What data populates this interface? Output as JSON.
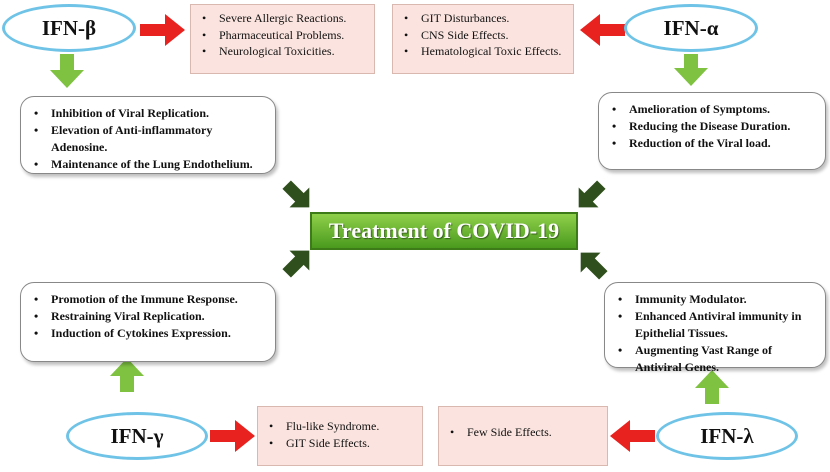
{
  "center": {
    "title": "Treatment of COVID-19"
  },
  "ifn_beta": {
    "label": "IFN-β",
    "side_effects": [
      "Severe Allergic Reactions.",
      "Pharmaceutical Problems.",
      "Neurological Toxicities."
    ],
    "benefits": [
      "Inhibition of Viral Replication.",
      "Elevation of Anti-inflammatory Adenosine.",
      "Maintenance of the Lung Endothelium."
    ]
  },
  "ifn_alpha": {
    "label": "IFN-α",
    "side_effects": [
      "GIT Disturbances.",
      "CNS Side Effects.",
      "Hematological Toxic Effects."
    ],
    "benefits": [
      "Amelioration of Symptoms.",
      "Reducing the Disease Duration.",
      "Reduction of the Viral load."
    ]
  },
  "ifn_gamma": {
    "label": "IFN-γ",
    "side_effects": [
      "Flu-like Syndrome.",
      "GIT Side Effects."
    ],
    "benefits": [
      "Promotion of the Immune Response.",
      "Restraining Viral Replication.",
      "Induction of Cytokines Expression."
    ]
  },
  "ifn_lambda": {
    "label": "IFN-λ",
    "side_effects": [
      "Few Side Effects."
    ],
    "benefits": [
      "Immunity Modulator.",
      "Enhanced Antiviral immunity in Epithelial Tissues.",
      "Augmenting Vast Range of Antiviral Genes."
    ]
  },
  "colors": {
    "oval_border": "#6fc3e6",
    "red_arrow": "#e8231f",
    "green_arrow": "#7fc242",
    "dark_arrow": "#2f4f1c",
    "center_fill": "#5faa2a",
    "side_effect_box": "#fbe4df"
  }
}
